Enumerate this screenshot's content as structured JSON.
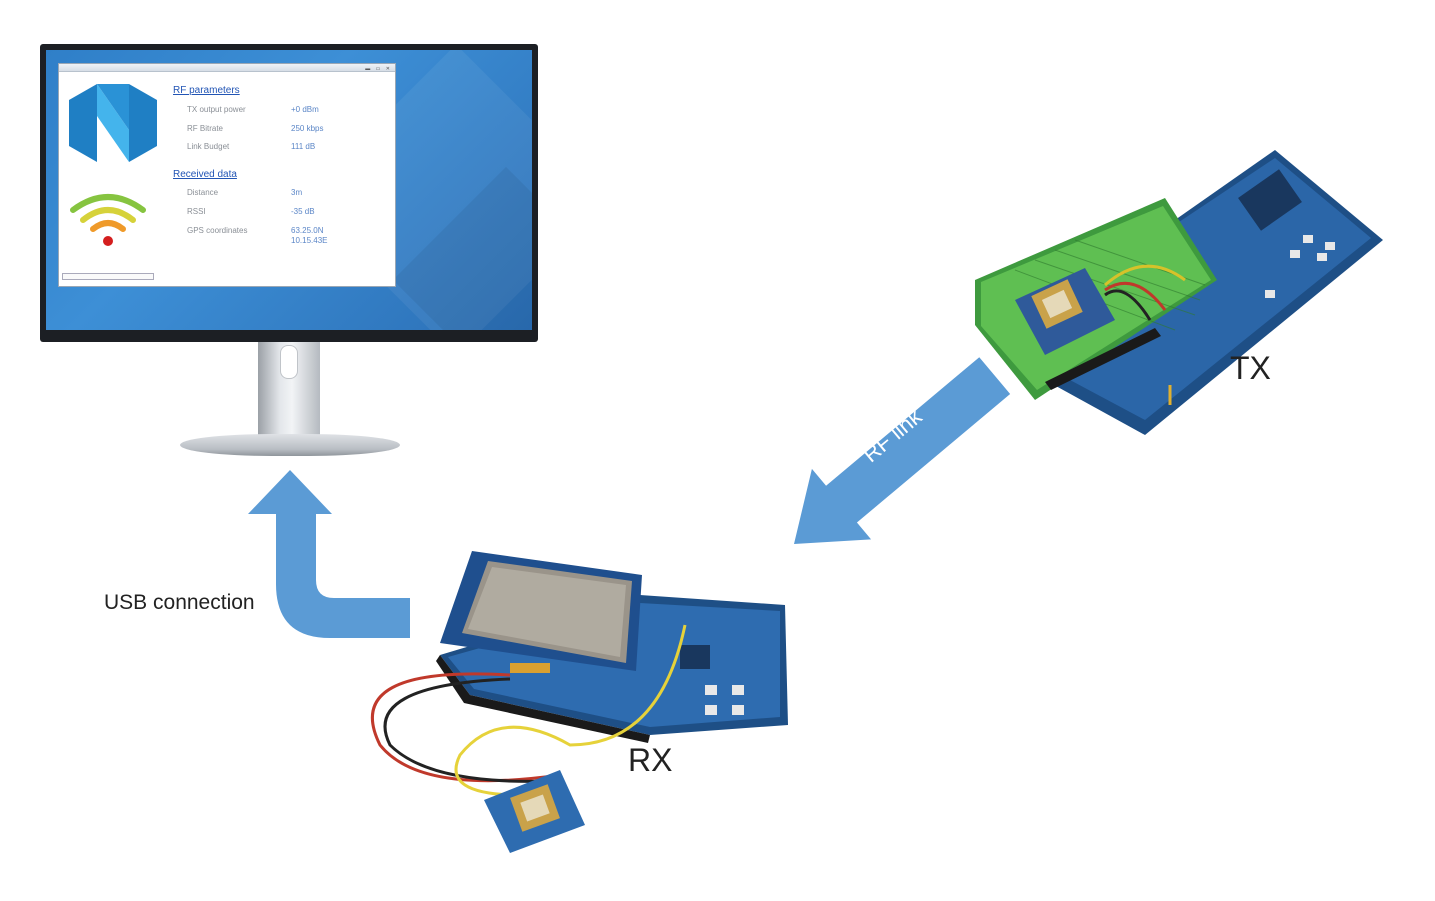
{
  "labels": {
    "tx": "TX",
    "rx": "RX",
    "usb_connection": "USB connection",
    "rf_link": "RF link"
  },
  "app": {
    "rf_parameters_title": "RF parameters",
    "rf_parameters": [
      {
        "label": "TX output power",
        "value": "+0 dBm"
      },
      {
        "label": "RF Bitrate",
        "value": "250 kbps"
      },
      {
        "label": "Link Budget",
        "value": "111 dB"
      }
    ],
    "received_data_title": "Received data",
    "received_data": [
      {
        "label": "Distance",
        "value": "3m"
      },
      {
        "label": "RSSI",
        "value": "-35 dB"
      },
      {
        "label": "GPS coordinates",
        "value": "63.25.0N\n10.15.43E"
      }
    ]
  },
  "colors": {
    "arrow": "#5b9bd5",
    "board": "#2a5f96",
    "proto_shield": "#4aa84a",
    "screen": "#2f7fc8",
    "logo": "#33a0dd"
  },
  "icons": [
    "nordic-logo-icon",
    "wifi-signal-icon"
  ]
}
